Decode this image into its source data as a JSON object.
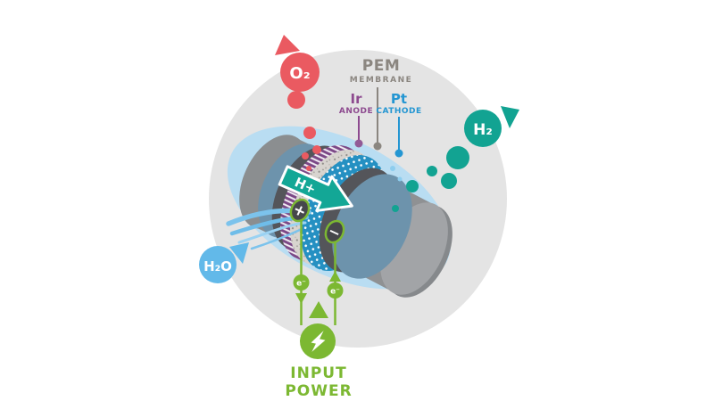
{
  "labels": {
    "pem": {
      "title": "PEM",
      "subtitle": "MEMBRANE"
    },
    "anode": {
      "title": "Ir",
      "subtitle": "ANODE"
    },
    "cathode": {
      "title": "Pt",
      "subtitle": "CATHODE"
    }
  },
  "molecules": {
    "oxygen": "O₂",
    "hydrogen": "H₂",
    "water": "H₂O",
    "proton": "H+",
    "electron": "e⁻"
  },
  "electrodes": {
    "positive": "+",
    "negative": "−"
  },
  "power": {
    "line1": "INPUT",
    "line2": "POWER"
  },
  "icons": {
    "o2_flow_arrow": "triangle-up-left",
    "h2_flow_arrow": "triangle-down-right",
    "h2o_flow_arrow": "triangle-up-right",
    "proton_flow_arrow": "banner-arrow-right",
    "electron_down_arrow": "triangle-down",
    "electron_up_arrow": "triangle-up",
    "input_power_arrow": "triangle-up",
    "lightning_icon": "lightning-bolt"
  },
  "colors": {
    "background_circle": "#e4e4e4",
    "oxygen_red": "#ea5a61",
    "hydrogen_teal": "#12a392",
    "water_blue": "#62b9e9",
    "power_green": "#7cb832",
    "anode_purple": "#8d4a8f",
    "cathode_blue": "#2496d2",
    "membrane_gray": "#8b8680",
    "cell_steel_blue": "#6d93ac",
    "cell_dark_gray": "#54555a",
    "cylinder_gray": "#8b8e90",
    "halo_blue": "#b9ddf2"
  }
}
